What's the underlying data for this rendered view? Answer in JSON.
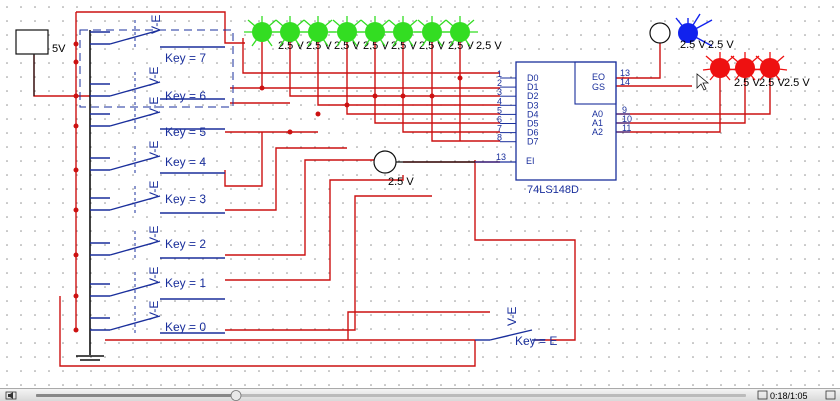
{
  "supply": {
    "label": "5V"
  },
  "switches": [
    {
      "key": "Key = 7"
    },
    {
      "key": "Key = 6"
    },
    {
      "key": "Key = 5"
    },
    {
      "key": "Key = 4"
    },
    {
      "key": "Key = 3"
    },
    {
      "key": "Key = 2"
    },
    {
      "key": "Key = 1"
    },
    {
      "key": "Key = 0"
    }
  ],
  "enable_switch": {
    "key": "Key = E"
  },
  "green_leds": {
    "label": "2.5 V",
    "count": 8,
    "color": "#33dd22"
  },
  "blue_led": {
    "labels": [
      "2.5 V",
      "2.5 V"
    ],
    "color": "#1122ee"
  },
  "red_leds": {
    "labels": [
      "2.5 V",
      "2.5 V",
      "2.5 V"
    ],
    "color": "#ee1111"
  },
  "ei_probe": {
    "label": "2.5 V"
  },
  "chip": {
    "name": "74LS148D",
    "inputs": [
      "D0",
      "D1",
      "D2",
      "D3",
      "D4",
      "D5",
      "D6",
      "D7"
    ],
    "input_pins": [
      "1",
      "2",
      "3",
      "4",
      "5",
      "6",
      "7",
      "8"
    ],
    "ei": "EI",
    "ei_pin": "13",
    "eo": "EO",
    "eo_pin": "13",
    "gs": "GS",
    "gs_pin": "14",
    "outputs": [
      "A0",
      "A1",
      "A2"
    ],
    "output_pins": [
      "9",
      "10",
      "11"
    ]
  },
  "player": {
    "time": "0:18/1:05"
  },
  "colors": {
    "wire": "#cc1111",
    "component": "#1a2f9c",
    "grid": "#9a9a9a"
  }
}
